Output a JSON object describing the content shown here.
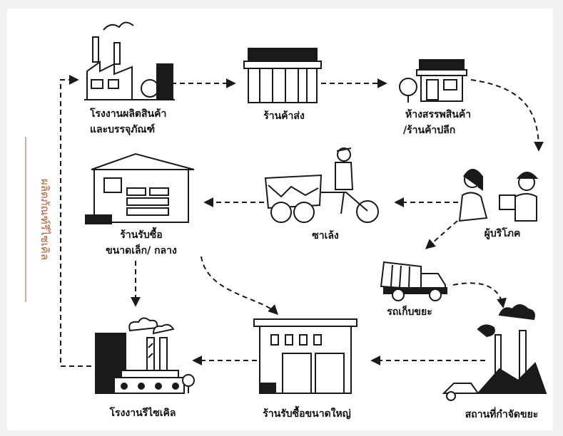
{
  "diagram": {
    "side_label": "ผลิตภัณฑ์รีไซเคิล",
    "nodes": {
      "factory": {
        "line1": "โรงงานผลิตสินค้า",
        "line2": "และบรรจุภัณฑ์"
      },
      "wholesale": {
        "line1": "ร้านค้าส่ง"
      },
      "retail": {
        "line1": "ห้างสรรพสินค้า",
        "line2": "/ร้านค้าปลีก"
      },
      "consumer": {
        "line1": "ผู้บริโภค"
      },
      "peddler": {
        "line1": "ซาเล้ง"
      },
      "small_shop": {
        "line1": "ร้านรับซื้อ",
        "line2": "ขนาดเล็ก/ กลาง"
      },
      "garbage_truck": {
        "line1": "รถเก็บขยะ"
      },
      "disposal": {
        "line1": "สถานที่กำจัดขยะ"
      },
      "large_shop": {
        "line1": "ร้านรับซื้อขนาดใหญ่"
      },
      "recycling": {
        "line1": "โรงงานรีไซเคิล"
      }
    }
  },
  "colors": {
    "ink": "#1a1a1a",
    "accent": "#b65a34",
    "background": "#ffffff"
  }
}
